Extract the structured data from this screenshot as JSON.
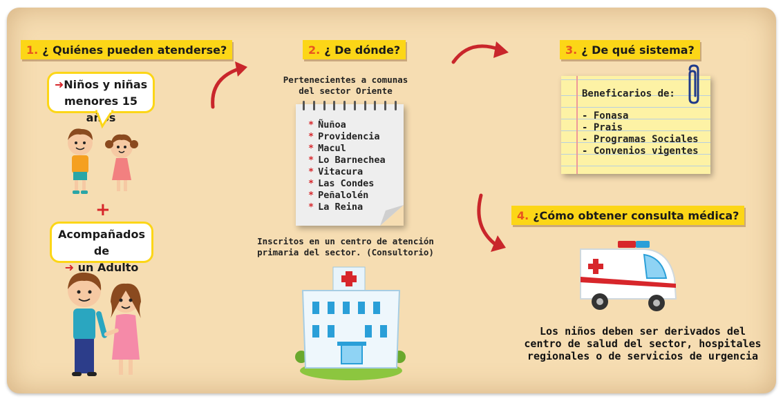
{
  "colors": {
    "background": "#f6ddb2",
    "header_bg": "#fcd617",
    "number": "#e8541f",
    "accent_red": "#d7262b"
  },
  "section1": {
    "number": "1.",
    "title": "¿ Quiénes pueden atenderse?",
    "bubble1_line1": "Niños y niñas",
    "bubble1_line2": "menores 15 años",
    "plus": "+",
    "bubble2_line1": "Acompañados de",
    "bubble2_line2": "un Adulto"
  },
  "section2": {
    "number": "2.",
    "title": "¿ De dónde?",
    "caption_line1": "Pertenecientes a comunas",
    "caption_line2": "del sector Oriente",
    "comunas": [
      "Ñuñoa",
      "Providencia",
      "Macul",
      "Lo Barnechea",
      "Vitacura",
      "Las Condes",
      "Peñalolén",
      "La Reina"
    ],
    "bullet": "*",
    "caption2_line1": "Inscritos en un centro de atención",
    "caption2_line2": "primaria del sector. (Consultorio)"
  },
  "section3": {
    "number": "3.",
    "title": "¿ De qué sistema?",
    "card_title": "Beneficarios de:",
    "items": [
      "- Fonasa",
      "- Prais",
      "- Programas Sociales",
      "- Convenios vigentes"
    ]
  },
  "section4": {
    "number": "4.",
    "title": "¿Cómo obtener consulta médica?",
    "text_line1": "Los niños deben ser derivados del",
    "text_line2": "centro de salud del sector, hospitales",
    "text_line3": "regionales o de servicios de urgencia"
  },
  "icons": [
    "arrow-icon",
    "children-illustration",
    "adults-illustration",
    "notepad-icon",
    "paperclip-icon",
    "hospital-icon",
    "ambulance-icon"
  ]
}
